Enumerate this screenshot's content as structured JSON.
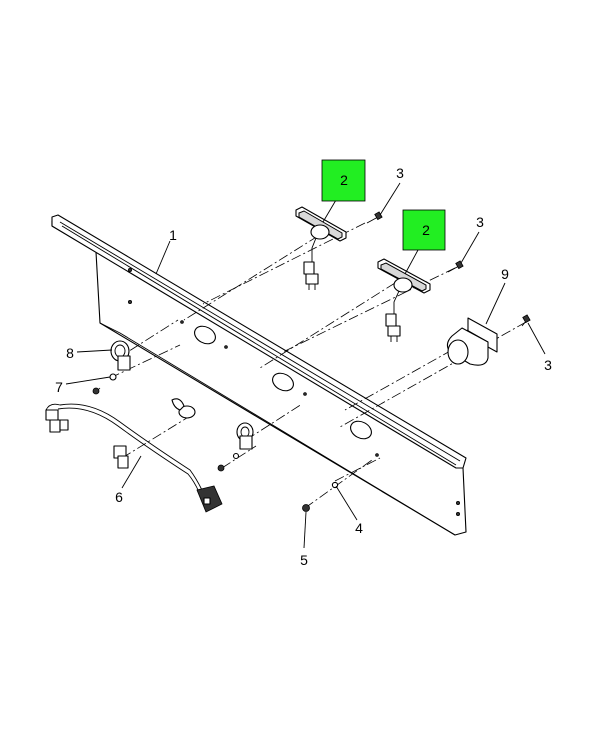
{
  "diagram": {
    "callouts": {
      "c1": "1",
      "c2a": "2",
      "c2b": "2",
      "c3a": "3",
      "c3b": "3",
      "c3c": "3",
      "c4": "4",
      "c5": "5",
      "c6": "6",
      "c7": "7",
      "c8": "8",
      "c9": "9"
    },
    "highlight_color": "#22ee22"
  }
}
